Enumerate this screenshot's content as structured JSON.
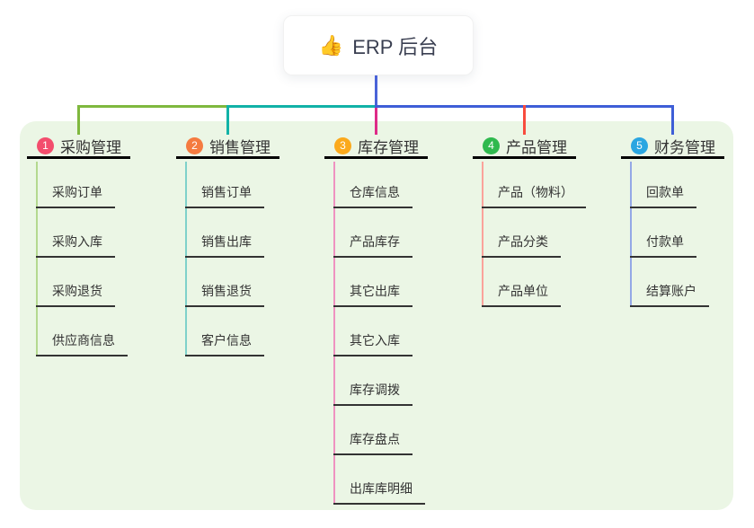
{
  "root": {
    "emoji": "👍",
    "icon": "thumbs-up-emoji",
    "label": "ERP 后台"
  },
  "canvas": {
    "panel_color": "#ebf6e5",
    "root_connector_color": "#4a63d8",
    "text_color": "#333333"
  },
  "branches": [
    {
      "num": "1",
      "title": "采购管理",
      "badge_color": "#f34d6d",
      "line_color": "#7fb83e",
      "child_line_color": "#b4d98f",
      "children": [
        "采购订单",
        "采购入库",
        "采购退货",
        "供应商信息"
      ]
    },
    {
      "num": "2",
      "title": "销售管理",
      "badge_color": "#f57b40",
      "line_color": "#12b2a7",
      "child_line_color": "#7fd1ca",
      "children": [
        "销售订单",
        "销售出库",
        "销售退货",
        "客户信息"
      ]
    },
    {
      "num": "3",
      "title": "库存管理",
      "badge_color": "#fba91c",
      "line_color": "#de2b88",
      "child_line_color": "#ef92c1",
      "children": [
        "仓库信息",
        "产品库存",
        "其它出库",
        "其它入库",
        "库存调拨",
        "库存盘点",
        "出库库明细"
      ]
    },
    {
      "num": "4",
      "title": "产品管理",
      "badge_color": "#2fb94e",
      "line_color": "#f84c3e",
      "child_line_color": "#fba29b",
      "children": [
        "产品（物料）",
        "产品分类",
        "产品单位"
      ]
    },
    {
      "num": "5",
      "title": "财务管理",
      "badge_color": "#2ba6e1",
      "line_color": "#3e5ed7",
      "child_line_color": "#94a8e6",
      "children": [
        "回款单",
        "付款单",
        "结算账户"
      ]
    }
  ]
}
